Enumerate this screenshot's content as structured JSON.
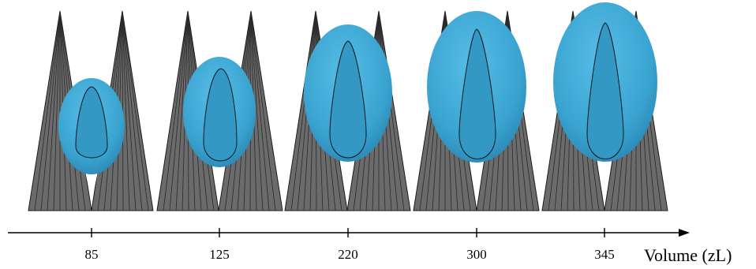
{
  "axis": {
    "title": "Volume (zL)",
    "ticks": [
      "85",
      "125",
      "220",
      "300",
      "345"
    ]
  },
  "panels": [
    {
      "volume_label": "85"
    },
    {
      "volume_label": "125"
    },
    {
      "volume_label": "220"
    },
    {
      "volume_label": "300"
    },
    {
      "volume_label": "345"
    }
  ],
  "colors": {
    "cone_fill": "#6b6b6b",
    "cone_line": "#1a1a1a",
    "drop_fill": "#3aa3d0",
    "drop_highlight": "#4fb4dd",
    "drop_outline": "#0d1a22",
    "axis": "#000000"
  }
}
